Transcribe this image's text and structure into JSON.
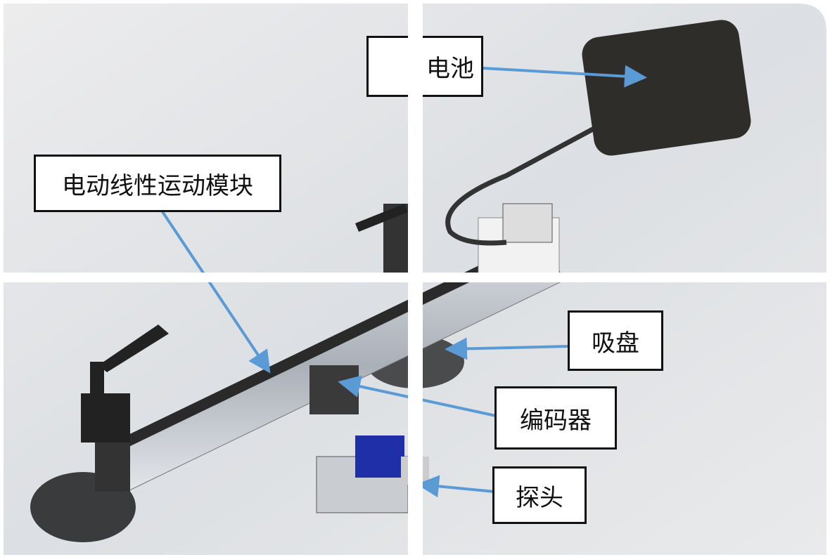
{
  "labels": {
    "battery": "电池",
    "linear_module": "电动线性运动模块",
    "suction_cup": "吸盘",
    "encoder": "编码器",
    "probe": "探头"
  },
  "colors": {
    "arrow": "#5b9bd5",
    "background": "#e4e6e8",
    "probe_block": "#1f2fa8"
  }
}
